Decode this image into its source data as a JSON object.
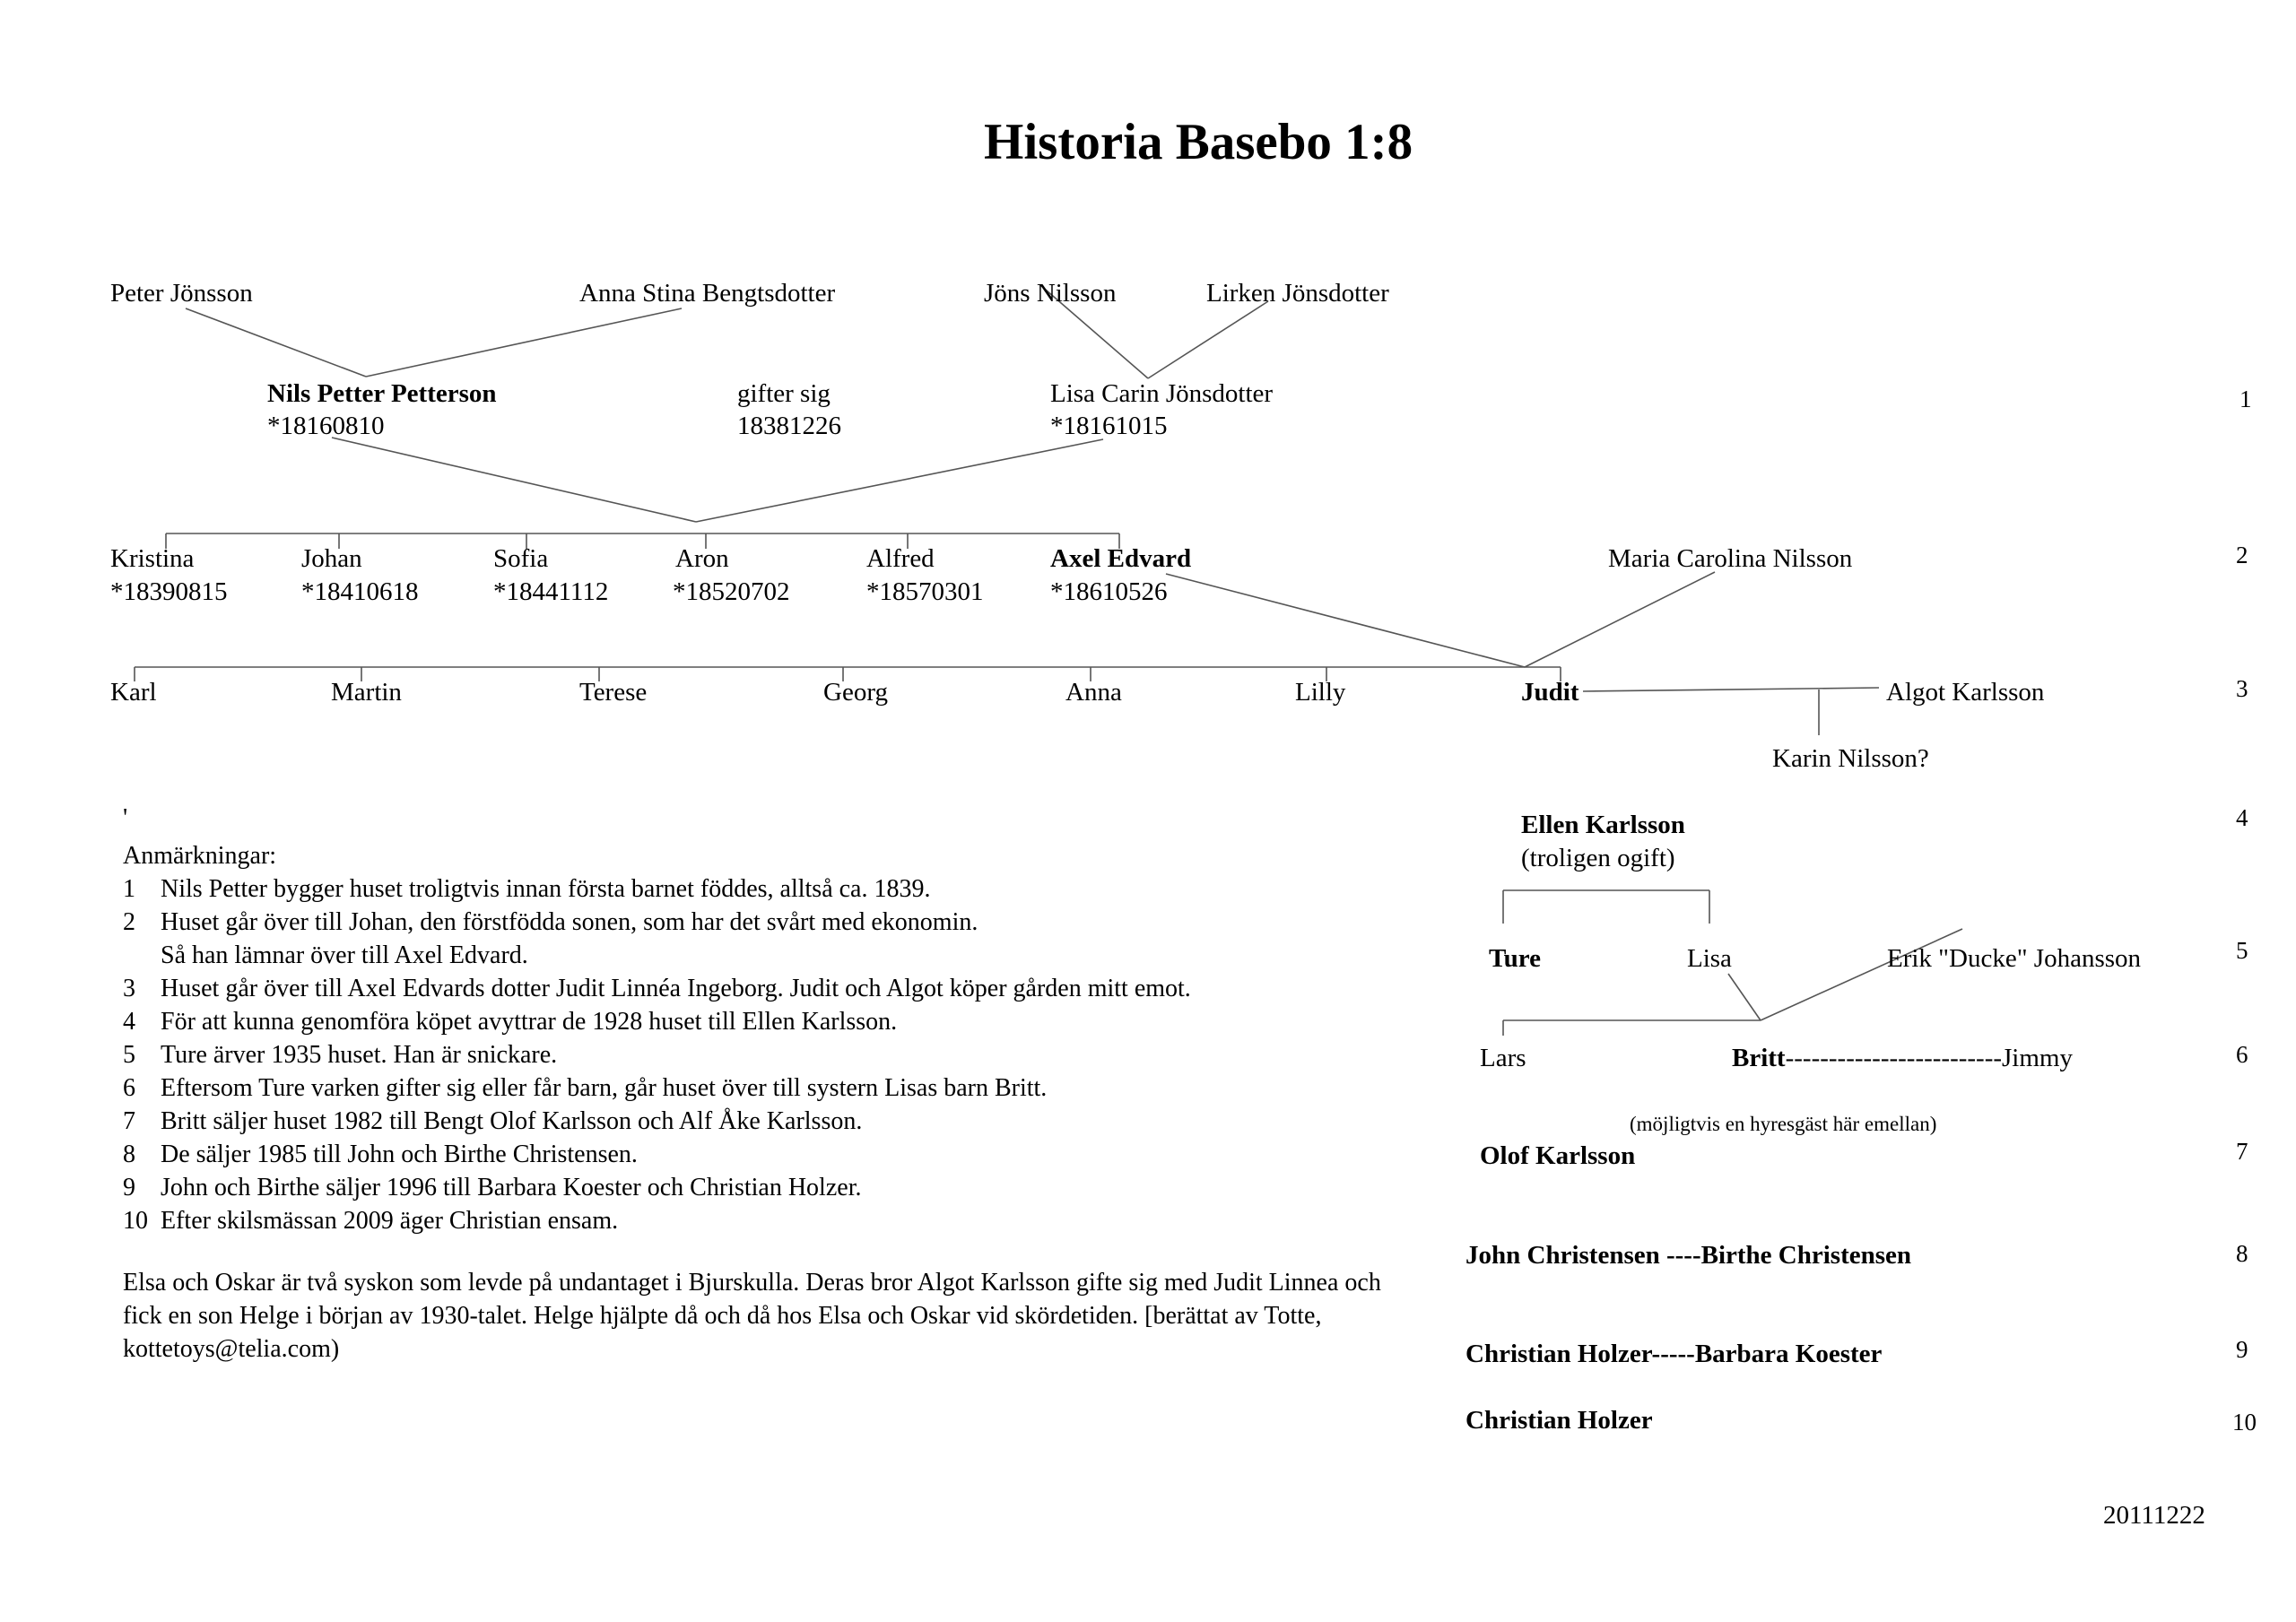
{
  "title": "Historia Basebo 1:8",
  "gen0": {
    "peter": "Peter Jönsson",
    "anna_stina": "Anna Stina Bengtsdotter",
    "jons": "Jöns Nilsson",
    "lirken": "Lirken Jönsdotter"
  },
  "gen1": {
    "nils_name": "Nils Petter Petterson",
    "nils_date": "*18160810",
    "married_label": "gifter sig",
    "married_date": "18381226",
    "lisa_carin_name": "Lisa Carin Jönsdotter",
    "lisa_carin_date": "*18161015"
  },
  "children": [
    {
      "name": "Kristina",
      "date": "*18390815"
    },
    {
      "name": "Johan",
      "date": "*18410618"
    },
    {
      "name": "Sofia",
      "date": "*18441112"
    },
    {
      "name": "Aron",
      "date": "*18520702"
    },
    {
      "name": "Alfred",
      "date": "*18570301"
    },
    {
      "name": "Axel Edvard",
      "date": "*18610526"
    }
  ],
  "maria": "Maria Carolina Nilsson",
  "grandchildren": [
    "Karl",
    "Martin",
    "Terese",
    "Georg",
    "Anna",
    "Lilly",
    "Judit"
  ],
  "algot": "Algot Karlsson",
  "karin": "Karin Nilsson?",
  "ellen_name": "Ellen Karlsson",
  "ellen_note": "(troligen ogift)",
  "ture": "Ture",
  "lisa": "Lisa",
  "erik": "Erik \"Ducke\" Johansson",
  "lars": "Lars",
  "britt": "Britt",
  "britt_jimmy": "-------------------------Jimmy",
  "tenant_note": "(möjligtvis en hyresgäst här emellan)",
  "olof": "Olof Karlsson",
  "john_birthe": "John Christensen ----Birthe Christensen",
  "christian_barbara": "Christian Holzer-----Barbara Koester",
  "christian": "Christian Holzer",
  "row_numbers": [
    "1",
    "2",
    "3",
    "4",
    "5",
    "6",
    "7",
    "8",
    "9",
    "10"
  ],
  "tick_mark": "'",
  "notes_heading": "Anmärkningar:",
  "notes": [
    {
      "num": "1",
      "text": "Nils Petter bygger huset troligtvis innan första barnet föddes, alltså ca. 1839."
    },
    {
      "num": "2",
      "text": "Huset går över till Johan, den förstfödda sonen, som har det svårt med ekonomin."
    },
    {
      "num": "",
      "text": "Så han lämnar över till Axel Edvard."
    },
    {
      "num": "3",
      "text": "Huset går över till Axel Edvards dotter Judit Linnéa Ingeborg. Judit och Algot köper gården mitt emot."
    },
    {
      "num": "4",
      "text": "För att kunna genomföra köpet avyttrar de 1928 huset till Ellen Karlsson."
    },
    {
      "num": "5",
      "text": "Ture ärver 1935 huset. Han är snickare."
    },
    {
      "num": "6",
      "text": "Eftersom Ture varken gifter sig eller får barn, går huset över till systern Lisas barn Britt."
    },
    {
      "num": "7",
      "text": "Britt säljer huset 1982 till Bengt Olof Karlsson och Alf Åke Karlsson."
    },
    {
      "num": "8",
      "text": "De säljer 1985 till John och Birthe Christensen."
    },
    {
      "num": "9",
      "text": "John och Birthe säljer 1996 till Barbara Koester och Christian Holzer."
    },
    {
      "num": "10",
      "text": "Efter skilsmässan 2009 äger Christian ensam."
    }
  ],
  "story": "Elsa och Oskar är två syskon som levde på undantaget i Bjurskulla. Deras bror Algot Karlsson gifte sig med Judit Linnea och fick en son Helge i början av 1930-talet. Helge hjälpte då och då hos Elsa och Oskar vid skördetiden. [berättat av Totte, kottetoys@telia.com)",
  "date_stamp": "20111222"
}
